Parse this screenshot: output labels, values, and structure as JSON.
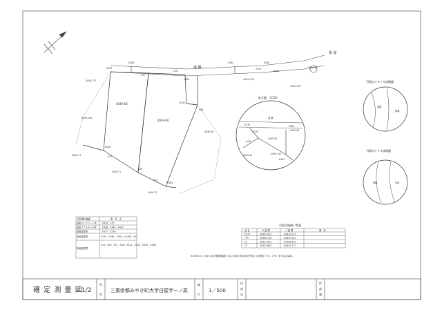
{
  "title_block": {
    "title": "確 定 測 量 図",
    "sheet": "1/2",
    "location_label": [
      "所",
      "在"
    ],
    "location": "三重県都みやき町大字白壁字一ノ原",
    "scale_label": [
      "縮",
      "尺"
    ],
    "scale": "1／500",
    "creator_label": [
      "作",
      "成",
      "日"
    ],
    "author_label": [
      "作",
      "成",
      "者"
    ]
  },
  "road": {
    "label": "道 路",
    "width_labels": [
      "3.0m",
      "3.0m"
    ]
  },
  "parcels": {
    "main_left": "4049-60",
    "main_right": "4049-60",
    "east": "4049-56",
    "west_upper": "4049-137",
    "west_mid": "4049-169",
    "west_lower": "4049-71",
    "south": "4049-72",
    "south_east": "4049-73",
    "north_small": "4049-1,23",
    "north_east": "4049-156",
    "north_right": "4049-58"
  },
  "points": [
    "K393",
    "K15",
    "K440",
    "K66",
    "K445",
    "K448",
    "K27",
    "K16",
    "K14",
    "K385",
    "K386",
    "K384",
    "K380",
    "K390",
    "K388",
    "K387",
    "K442",
    "K443",
    "K441",
    "K389",
    "K392",
    "K391",
    "T375",
    "K11",
    "K10"
  ],
  "road_right": "県 道",
  "inset": {
    "title": "拡大図　1/100",
    "road": "道 路",
    "parcel_center": "4049-82",
    "parcel_right": "4049-56",
    "parcel_left": "4049-44",
    "parcel_bottom": "4049-242",
    "pts": [
      "K379",
      "K378",
      "K444",
      "K445",
      "K380",
      "K15"
    ]
  },
  "detail_top": {
    "title": "引照点ＴＳ７５詳細図",
    "labels": [
      "道路",
      "側溝"
    ]
  },
  "detail_bottom": {
    "title": "引照点ＴＰ５詳細図",
    "labels": [
      "道路",
      "歩道"
    ]
  },
  "legend": {
    "headers": [
      "境界標の種類",
      "番　号　点"
    ],
    "rows": [
      [
        "既設コンクリート杭",
        "K393、K15"
      ],
      [
        "既設プラスチック杭",
        "K386、K444、K445"
      ],
      [
        "既設金属鋲",
        "K377、K378"
      ],
      [
        "既設金属標",
        "K379、K385、K384、K2900、K11"
      ],
      [
        "新設金属標",
        "K14、K16、K27、K18、K441、K202、K385、K388"
      ]
    ]
  },
  "coords": {
    "title": "引照点座標一覧表",
    "headers": [
      "点 名",
      "X 座 標",
      "Y 座 標",
      "備　考"
    ],
    "rows": [
      [
        "TS75",
        "30892.612",
        "-49810.073",
        ""
      ],
      [
        "TP5",
        "30896.738",
        "-49895.110",
        ""
      ],
      [
        "T1",
        "30821.993",
        "-49908.419",
        ""
      ],
      [
        "T3",
        "30801.684",
        "-49935.217",
        ""
      ]
    ]
  },
  "note": "※4049-44、4049-46の地積測量図（共に平成19年3月8日作成）の引照点（T5、375）を与点に採用。"
}
